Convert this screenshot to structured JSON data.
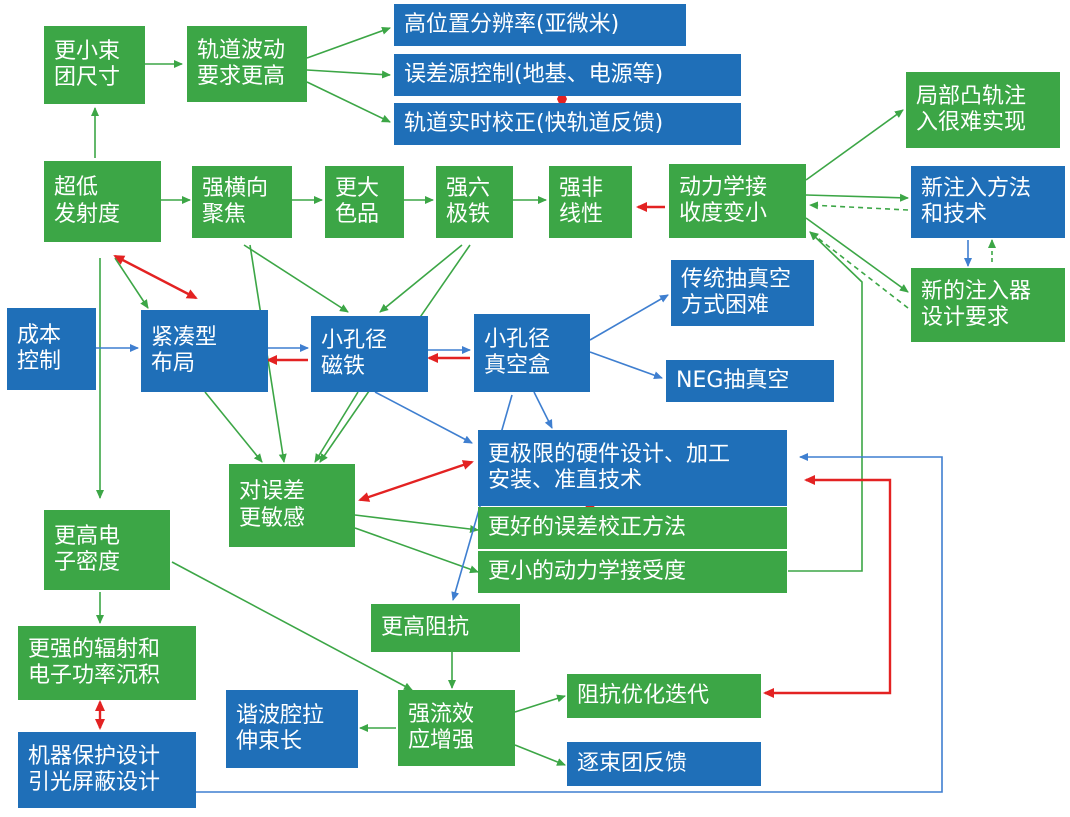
{
  "colors": {
    "green_node": "#3ca646",
    "blue_node": "#1f6fb8",
    "green_arrow": "#3ca646",
    "blue_arrow": "#3f7fd0",
    "red_arrow": "#e32222"
  },
  "nodes": {
    "n_smaller_bunch": "更小束\n团尺寸",
    "n_orbit_stability": "轨道波动\n要求更高",
    "n_high_resolution": "高位置分辨率(亚微米)",
    "n_error_source": "误差源控制(地基、电源等)",
    "n_realtime_correction": "轨道实时校正(快轨道反馈)",
    "n_bump_injection": "局部凸轨注\n入很难实现",
    "n_ultralow_emittance": "超低\n发射度",
    "n_strong_focusing": "强横向\n聚焦",
    "n_large_chromaticity": "更大\n色品",
    "n_strong_sextupole": "强六\n极铁",
    "n_strong_nonlinearity": "强非\n线性",
    "n_smaller_acceptance": "动力学接\n收度变小",
    "n_new_injection": "新注入方法\n和技术",
    "n_new_injector": "新的注入器\n设计要求",
    "n_cost_control": "成本\n控制",
    "n_compact_layout": "紧凑型\n布局",
    "n_small_aperture_magnet": "小孔径\n磁铁",
    "n_small_aperture_chamber": "小孔径\n真空盒",
    "n_traditional_vacuum": "传统抽真空\n方式困难",
    "n_neg_pumping": "NEG抽真空",
    "n_extreme_hardware": "更极限的硬件设计、加工\n安装、准直技术",
    "n_error_sensitive": "对误差\n更敏感",
    "n_better_correction": "更好的误差校正方法",
    "n_smaller_dynamic_acceptance": "更小的动力学接受度",
    "n_higher_density": "更高电\n子密度",
    "n_higher_impedance": "更高阻抗",
    "n_stronger_radiation": "更强的辐射和\n电子功率沉积",
    "n_harmonic_cavity": "谐波腔拉\n伸束长",
    "n_collective_effect": "强流效\n应增强",
    "n_impedance_optimization": "阻抗优化迭代",
    "n_bunch_feedback": "逐束团反馈",
    "n_machine_protection": "机器保护设计\n引光屏蔽设计"
  }
}
